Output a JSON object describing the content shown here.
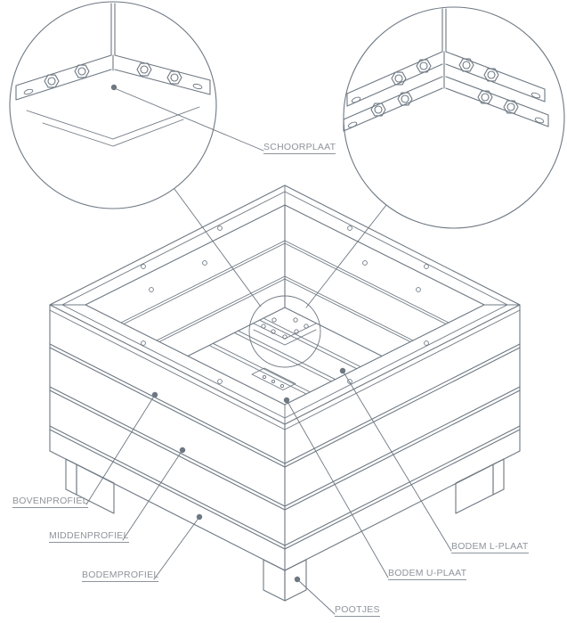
{
  "diagram": {
    "line_color": "#6e7882",
    "label_color": "#8e949b",
    "labels": {
      "schoorplaat": "SCHOORPLAAT",
      "bovenprofiel": "BOVENPROFIEL",
      "middenprofiel": "MIDDENPROFIEL",
      "bodemprofiel": "BODEMPROFIEL",
      "bodem_l_plaat": "BODEM L-PLAAT",
      "bodem_u_plaat": "BODEM U-PLAAT",
      "pootjes": "POOTJES"
    }
  }
}
